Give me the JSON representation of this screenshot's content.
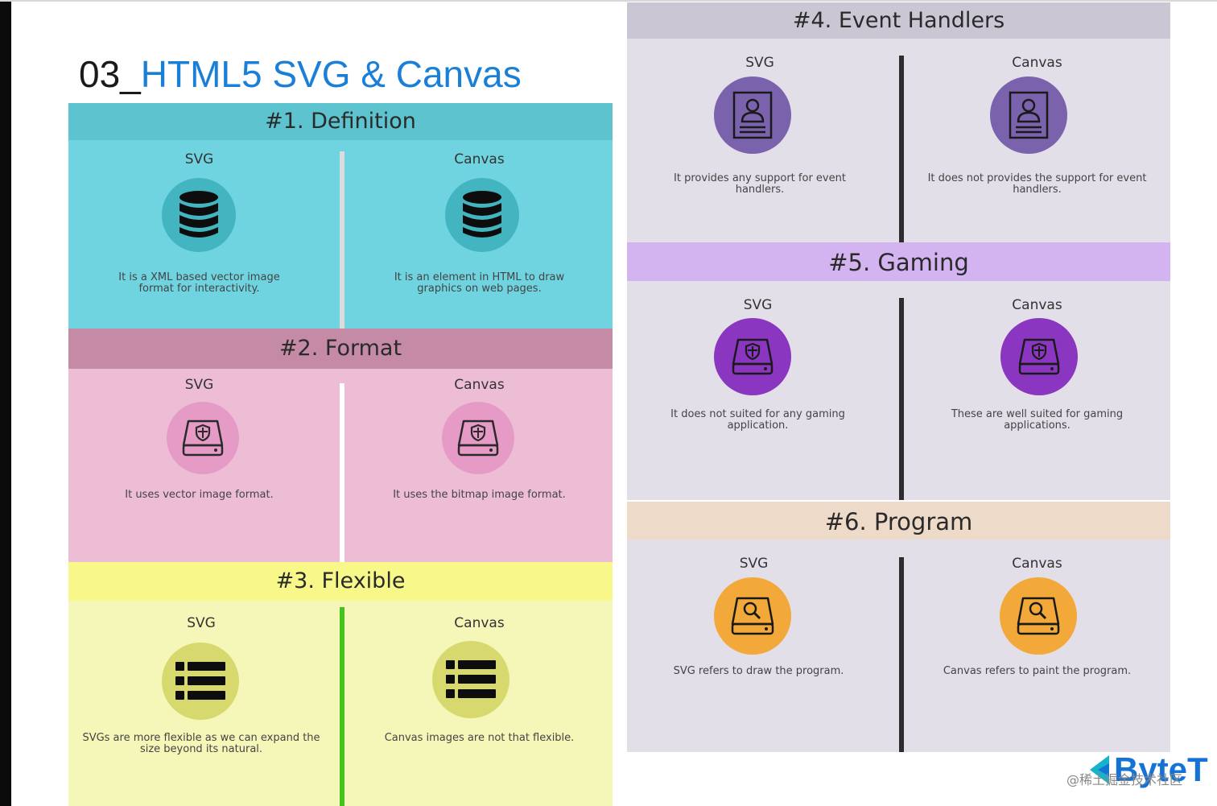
{
  "page": {
    "title_prefix": "03_",
    "title_main": "HTML5 SVG & Canvas"
  },
  "colors": {
    "definition_header": "#5cc3cf",
    "definition_body": "#6fd4e0",
    "format_header": "#c48aa6",
    "format_body": "#edbdd6",
    "flexible_header": "#f7f78a",
    "flexible_body": "#f5f7b8",
    "gray_header": "#cac6d4",
    "gray_body": "#e2dfe8",
    "gaming_header": "#d3b4f0",
    "program_header": "#eedac8",
    "accent_blue": "#1a7fd6"
  },
  "sections": {
    "definition": {
      "header": "#1. Definition",
      "svg": {
        "title": "SVG",
        "icon": "database-icon",
        "desc": "It is a XML based vector image format for interactivity."
      },
      "canvas": {
        "title": "Canvas",
        "icon": "database-icon",
        "desc": "It is an element in HTML to draw graphics on web pages."
      }
    },
    "format": {
      "header": "#2. Format",
      "svg": {
        "title": "SVG",
        "icon": "secure-drive-icon",
        "desc": "It uses vector image format."
      },
      "canvas": {
        "title": "Canvas",
        "icon": "secure-drive-icon",
        "desc": "It uses the bitmap image format."
      }
    },
    "flexible": {
      "header": "#3. Flexible",
      "svg": {
        "title": "SVG",
        "icon": "list-icon",
        "desc": "SVGs are more flexible as we can expand the size beyond its natural."
      },
      "canvas": {
        "title": "Canvas",
        "icon": "list-icon",
        "desc": "Canvas images are not that flexible."
      }
    },
    "event_handlers": {
      "header": "#4. Event Handlers",
      "svg": {
        "title": "SVG",
        "icon": "user-document-icon",
        "desc": "It provides any support for event handlers."
      },
      "canvas": {
        "title": "Canvas",
        "icon": "user-document-icon",
        "desc": "It does not provides the support for event handlers."
      }
    },
    "gaming": {
      "header": "#5. Gaming",
      "svg": {
        "title": "SVG",
        "icon": "secure-drive-icon",
        "desc": "It does not suited for any gaming application."
      },
      "canvas": {
        "title": "Canvas",
        "icon": "secure-drive-icon",
        "desc": "These are well suited for gaming applications."
      }
    },
    "program": {
      "header": "#6. Program",
      "svg": {
        "title": "SVG",
        "icon": "search-drive-icon",
        "desc": "SVG refers to draw the program."
      },
      "canvas": {
        "title": "Canvas",
        "icon": "search-drive-icon",
        "desc": "Canvas refers to paint the program."
      }
    }
  },
  "watermark": "@稀土掘金技术社区",
  "logo": {
    "text": "ByteT",
    "icon": "bytetech-logo-icon"
  }
}
